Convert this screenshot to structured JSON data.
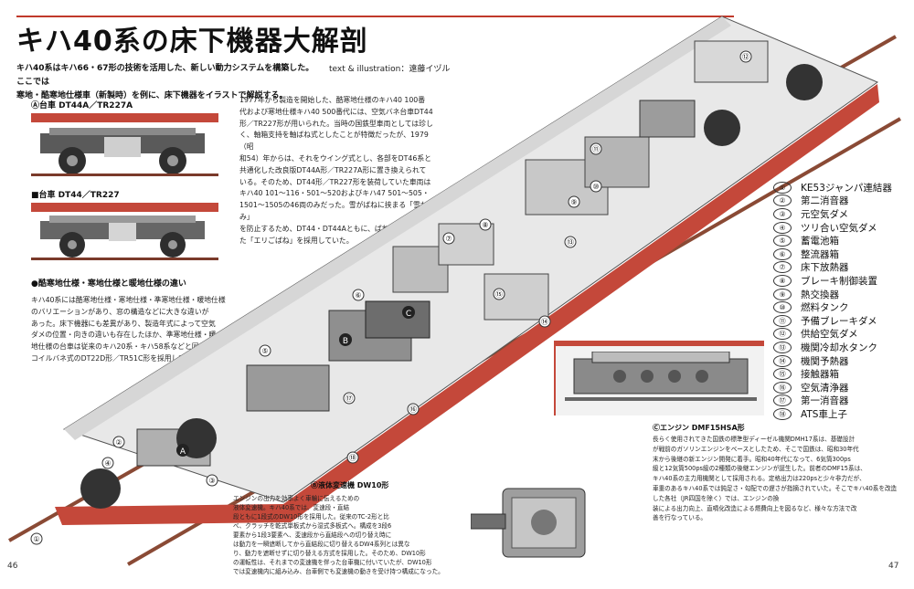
{
  "header": {
    "title": "キハ40系の床下機器大解剖",
    "intro_line1": "キハ40系はキハ66・67形の技術を活用した、新しい動力システムを構築した。ここでは",
    "intro_line2": "寒地・酷寒地仕様車（新製時）を例に、床下機器をイラストで解説する。",
    "credit": "text & illustration：遠藤イヅル"
  },
  "bogies": {
    "a_label": "Ⓐ台車 DT44A／TR227A",
    "b_label": "■台車 DT44／TR227"
  },
  "main_text": [
    "1977年から製造を開始した、酷寒地仕様のキハ40 100番",
    "代および寒地仕様キハ40 500番代には、空気バネ台車DT44",
    "形／TR227形が用いられた。当時の国鉄型車両としては珍し",
    "く、軸箱支持を軸ばね式としたことが特徴だったが、1979（昭",
    "和54）年からは、それをウイング式とし、各部をDT46系と",
    "共通化した改良版DT44A形／TR227A形に置き換えられて",
    "いる。そのため、DT44形／TR227形を装荷していた車両は",
    "キハ40 101～116・501～520およびキハ47 501～505・",
    "1501～1505の46両のみだった。雪がばねに挟まる「雪かみ」",
    "を防止するため、DT44・DT44Aともに、ばねを皮膜で覆っ",
    "た「エリごばね」を採用していた。"
  ],
  "cold_section": {
    "heading": "●酷寒地仕様・寒地仕様と暖地仕様の違い",
    "lines": [
      "キハ40系には酷寒地仕様・寒地仕様・準寒地仕様・暖地仕様",
      "のバリエーションがあり、窓の構造などに大きな違いが",
      "あった。床下機器にも差異があり、製造年式によって空気",
      "ダメの位置・向きの違いも存在したほか、準寒地仕様・暖",
      "地仕様の台車は従来のキハ20系・キハ58系などと同じ、",
      "コイルバネ式のDT22D形／TR51C形を採用していた。"
    ]
  },
  "legend": [
    {
      "num": "①",
      "label": "KE53ジャンパ連結器"
    },
    {
      "num": "②",
      "label": "第二消音器"
    },
    {
      "num": "③",
      "label": "元空気ダメ"
    },
    {
      "num": "④",
      "label": "ツリ合い空気ダメ"
    },
    {
      "num": "⑤",
      "label": "蓄電池箱"
    },
    {
      "num": "⑥",
      "label": "整流器箱"
    },
    {
      "num": "⑦",
      "label": "床下放熱器"
    },
    {
      "num": "⑧",
      "label": "ブレーキ制御装置"
    },
    {
      "num": "⑨",
      "label": "熱交換器"
    },
    {
      "num": "⑩",
      "label": "燃料タンク"
    },
    {
      "num": "⑪",
      "label": "予備ブレーキダメ"
    },
    {
      "num": "⑫",
      "label": "供給空気ダメ"
    },
    {
      "num": "⑬",
      "label": "機関冷却水タンク"
    },
    {
      "num": "⑭",
      "label": "機関予熱器"
    },
    {
      "num": "⑮",
      "label": "接触器箱"
    },
    {
      "num": "⑯",
      "label": "空気清浄器"
    },
    {
      "num": "⑰",
      "label": "第一消音器"
    },
    {
      "num": "⑱",
      "label": "ATS車上子"
    }
  ],
  "transmission": {
    "heading": "Ⓑ液体変速機 DW10形",
    "lines": [
      "エンジンの出力を効率よく車輪に伝えるための",
      "液体変速機。キハ40系では、変速段・直結",
      "段ともに1段式のDW10形を採用した。従来のTC-2形と比",
      "べ、クラッチを乾式単板式から湿式多板式へ。構成を3段6",
      "要素から1段3要素へ、変速段から直結段への切り替え時に",
      "は動力を一瞬遮断してから直結段に切り替えるDW4系列とは異な",
      "り、動力を遮断せずに切り替える方式を採用した。そのため、DW10形",
      "の運転性は、それまでの変速機を伴った台車機に付いていたが、DW10形",
      "では変速機内に組み込み、台車側でも変速機の動きを受け持つ構成になった。"
    ]
  },
  "engine": {
    "heading": "Ⓒエンジン DMF15HSA形",
    "lines": [
      "長らく使用されてきた国鉄の標準型ディーゼル機関DMH17系は、基礎設計",
      "が戦前のガソリンエンジンをベースとしたため、そこで国鉄は、昭和30年代",
      "末から後継の新エンジン開発に着手。昭和40年代になって、6気筒300ps",
      "級と12気筒500ps級の2種類の後継エンジンが誕生した。前者のDMF15系は、",
      "キハ40系の主力用機関として採用される。定格出力は220psと少々非力だが、",
      "車重のあるキハ40系では鈍足さ・勾配での遅さが指摘されていた。そこでキハ40系を改造した各社（JR四国を除く）では、エンジンの換",
      "装による出力向上、直噴化改造による燃費向上を図るなど、様々な方法で改",
      "善を行なっている。"
    ]
  },
  "pages": {
    "left": "46",
    "right": "47"
  },
  "colors": {
    "accent_red": "#c4483a",
    "title_rule": "#c0392b"
  }
}
